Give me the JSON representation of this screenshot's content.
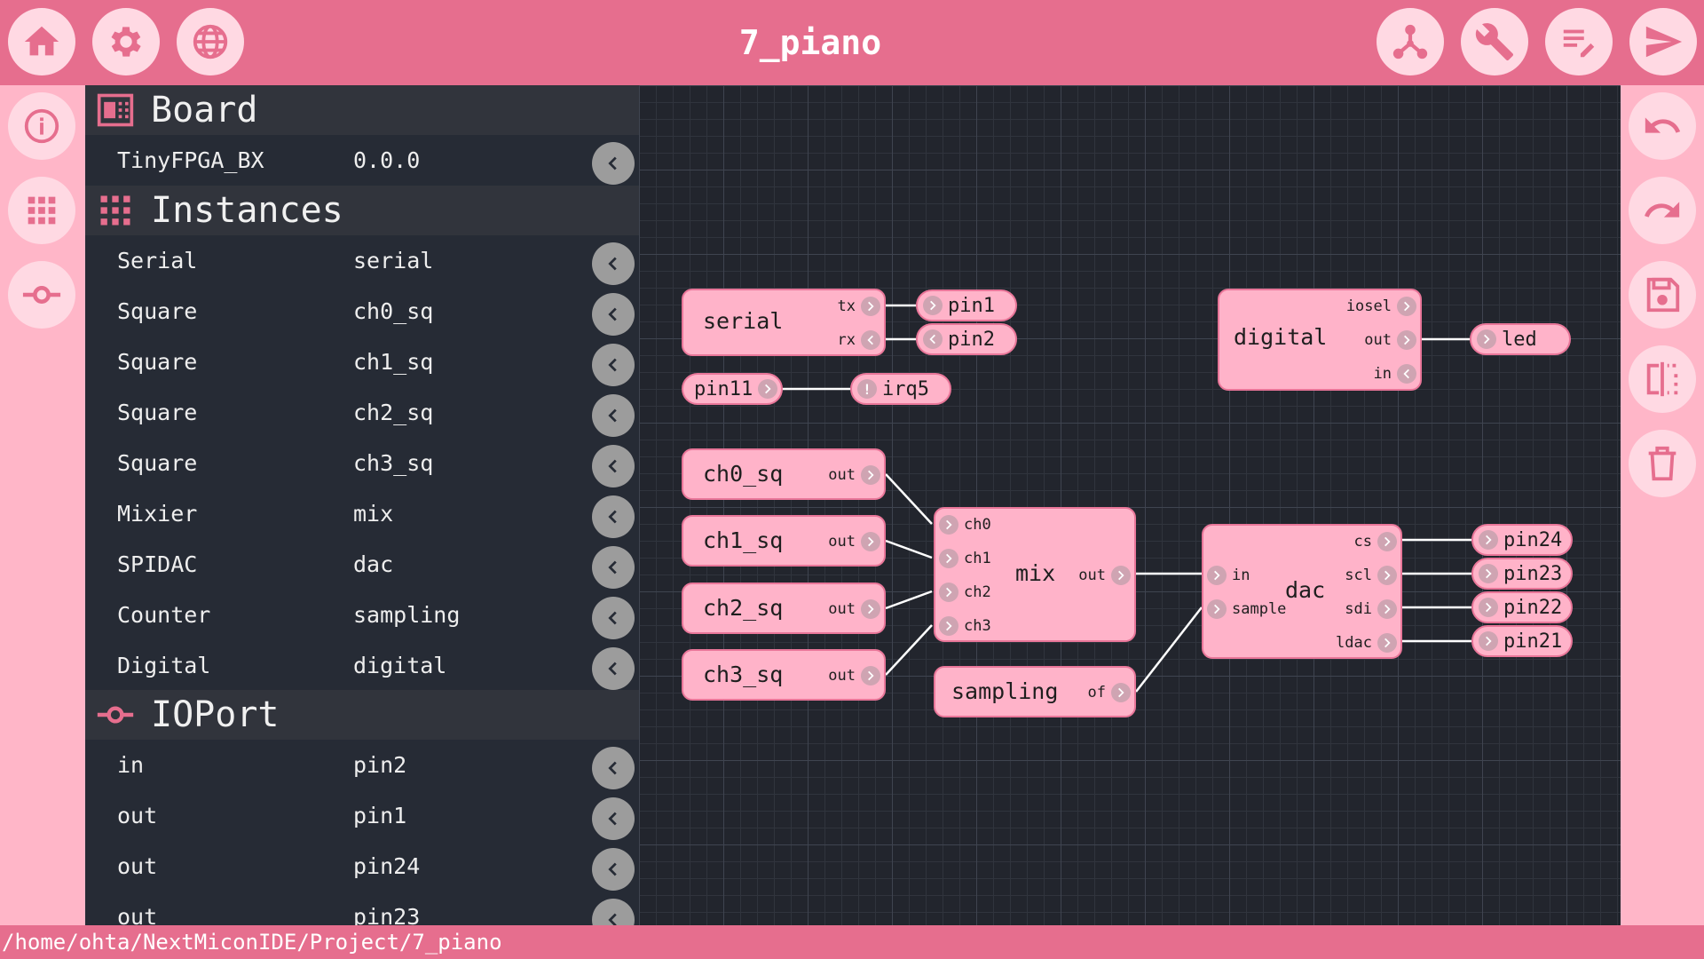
{
  "title": "7_piano",
  "status_path": "/home/ohta/NextMiconIDE/Project/7_piano",
  "colors": {
    "accent": "#e66e8e",
    "panel": "#262b35",
    "node": "#ffb3c9"
  },
  "toolbar_left": [
    "home-icon",
    "gear-icon",
    "globe-icon"
  ],
  "toolbar_right": [
    "graph-icon",
    "wrench-icon",
    "edit-list-icon",
    "send-icon"
  ],
  "sidebar_left": [
    "info-icon",
    "grid-icon",
    "ioport-icon"
  ],
  "sidebar_right": [
    "undo-icon",
    "redo-icon",
    "save-icon",
    "mirror-icon",
    "trash-icon"
  ],
  "board": {
    "heading": "Board",
    "name": "TinyFPGA_BX",
    "version": "0.0.0"
  },
  "instances": {
    "heading": "Instances",
    "rows": [
      {
        "type": "Serial",
        "name": "serial"
      },
      {
        "type": "Square",
        "name": "ch0_sq"
      },
      {
        "type": "Square",
        "name": "ch1_sq"
      },
      {
        "type": "Square",
        "name": "ch2_sq"
      },
      {
        "type": "Square",
        "name": "ch3_sq"
      },
      {
        "type": "Mixier",
        "name": "mix"
      },
      {
        "type": "SPIDAC",
        "name": "dac"
      },
      {
        "type": "Counter",
        "name": "sampling"
      },
      {
        "type": "Digital",
        "name": "digital"
      }
    ]
  },
  "ioport": {
    "heading": "IOPort",
    "rows": [
      {
        "dir": "in",
        "pin": "pin2"
      },
      {
        "dir": "out",
        "pin": "pin1"
      },
      {
        "dir": "out",
        "pin": "pin24"
      },
      {
        "dir": "out",
        "pin": "pin23"
      }
    ]
  },
  "canvas": {
    "serial": {
      "name": "serial",
      "ports": {
        "tx": "tx",
        "rx": "rx"
      }
    },
    "pin1": "pin1",
    "pin2": "pin2",
    "pin11": "pin11",
    "irq5": "irq5",
    "digital": {
      "name": "digital",
      "ports": {
        "iosel": "iosel",
        "out": "out",
        "in": "in"
      }
    },
    "led": "led",
    "ch0_sq": {
      "name": "ch0_sq",
      "port": "out"
    },
    "ch1_sq": {
      "name": "ch1_sq",
      "port": "out"
    },
    "ch2_sq": {
      "name": "ch2_sq",
      "port": "out"
    },
    "ch3_sq": {
      "name": "ch3_sq",
      "port": "out"
    },
    "mix": {
      "name": "mix",
      "ports": {
        "ch0": "ch0",
        "ch1": "ch1",
        "ch2": "ch2",
        "ch3": "ch3",
        "out": "out"
      }
    },
    "sampling": {
      "name": "sampling",
      "port": "of"
    },
    "dac": {
      "name": "dac",
      "ports": {
        "in": "in",
        "sample": "sample",
        "cs": "cs",
        "scl": "scl",
        "sdi": "sdi",
        "ldac": "ldac"
      }
    },
    "pin24": "pin24",
    "pin23": "pin23",
    "pin22": "pin22",
    "pin21": "pin21"
  }
}
